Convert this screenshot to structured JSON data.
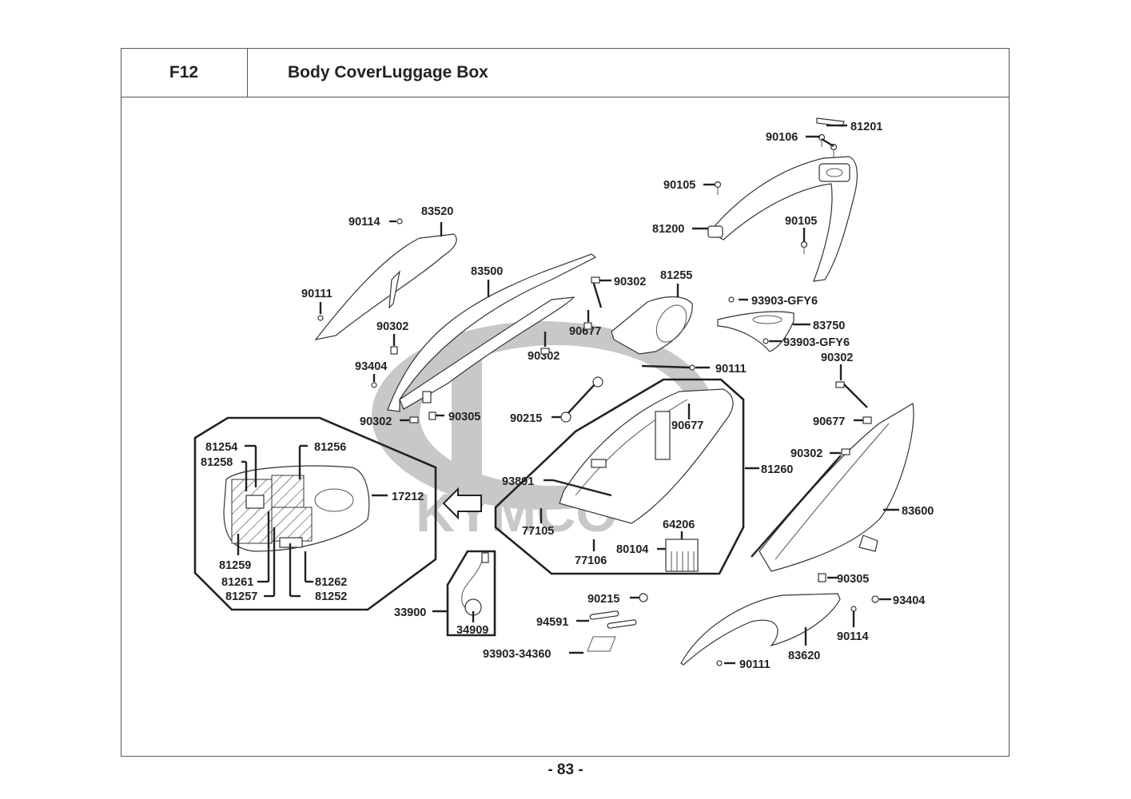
{
  "header": {
    "section_code": "F12",
    "title": "Body CoverLuggage Box"
  },
  "footer": {
    "page_number": "- 83 -"
  },
  "watermark": {
    "brand": "KYMCO"
  },
  "callouts": [
    {
      "id": "81201",
      "label": "81201"
    },
    {
      "id": "90106",
      "label": "90106"
    },
    {
      "id": "90105-a",
      "label": "90105"
    },
    {
      "id": "90105-b",
      "label": "90105"
    },
    {
      "id": "81200",
      "label": "81200"
    },
    {
      "id": "90114-a",
      "label": "90114"
    },
    {
      "id": "83520",
      "label": "83520"
    },
    {
      "id": "90111-a",
      "label": "90111"
    },
    {
      "id": "83500",
      "label": "83500"
    },
    {
      "id": "90302-a",
      "label": "90302"
    },
    {
      "id": "81255",
      "label": "81255"
    },
    {
      "id": "93903-gfy6-a",
      "label": "93903-GFY6"
    },
    {
      "id": "83750",
      "label": "83750"
    },
    {
      "id": "93903-gfy6-b",
      "label": "93903-GFY6"
    },
    {
      "id": "90677-a",
      "label": "90677"
    },
    {
      "id": "90302-b",
      "label": "90302"
    },
    {
      "id": "90302-c",
      "label": "90302"
    },
    {
      "id": "93404-a",
      "label": "93404"
    },
    {
      "id": "90111-b",
      "label": "90111"
    },
    {
      "id": "90302-d",
      "label": "90302"
    },
    {
      "id": "90302-e",
      "label": "90302"
    },
    {
      "id": "90305-a",
      "label": "90305"
    },
    {
      "id": "90215-a",
      "label": "90215"
    },
    {
      "id": "90677-b",
      "label": "90677"
    },
    {
      "id": "90677-c",
      "label": "90677"
    },
    {
      "id": "90302-f",
      "label": "90302"
    },
    {
      "id": "81260",
      "label": "81260"
    },
    {
      "id": "81254",
      "label": "81254"
    },
    {
      "id": "81258",
      "label": "81258"
    },
    {
      "id": "81256",
      "label": "81256"
    },
    {
      "id": "17212",
      "label": "17212"
    },
    {
      "id": "81259",
      "label": "81259"
    },
    {
      "id": "81261",
      "label": "81261"
    },
    {
      "id": "81257",
      "label": "81257"
    },
    {
      "id": "81262",
      "label": "81262"
    },
    {
      "id": "81252",
      "label": "81252"
    },
    {
      "id": "93891",
      "label": "93891"
    },
    {
      "id": "77105",
      "label": "77105"
    },
    {
      "id": "77106",
      "label": "77106"
    },
    {
      "id": "64206",
      "label": "64206"
    },
    {
      "id": "80104",
      "label": "80104"
    },
    {
      "id": "83600",
      "label": "83600"
    },
    {
      "id": "90305-b",
      "label": "90305"
    },
    {
      "id": "93404-b",
      "label": "93404"
    },
    {
      "id": "90114-b",
      "label": "90114"
    },
    {
      "id": "83620",
      "label": "83620"
    },
    {
      "id": "90111-c",
      "label": "90111"
    },
    {
      "id": "33900",
      "label": "33900"
    },
    {
      "id": "34909",
      "label": "34909"
    },
    {
      "id": "90215-b",
      "label": "90215"
    },
    {
      "id": "94591",
      "label": "94591"
    },
    {
      "id": "93903-34360",
      "label": "93903-34360"
    }
  ]
}
